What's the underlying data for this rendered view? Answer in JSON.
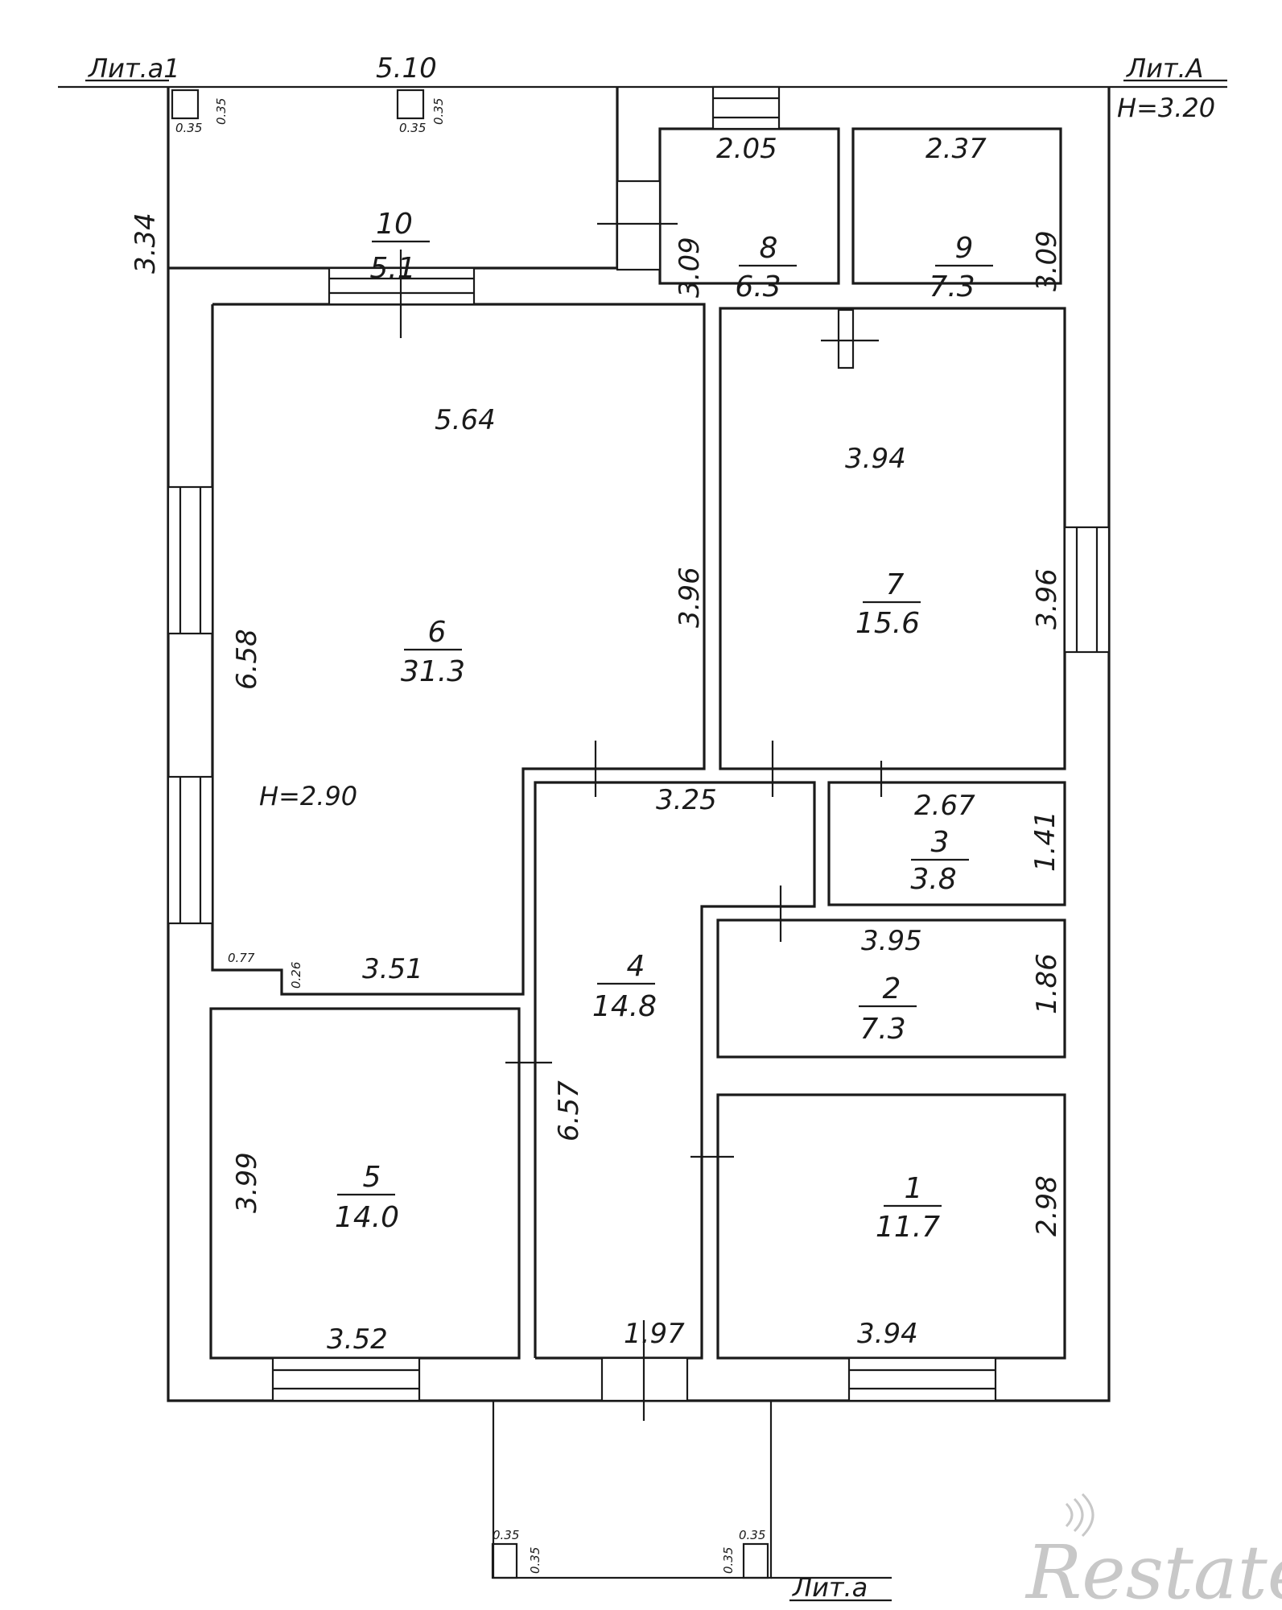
{
  "labels": {
    "lit_a1": "Лит.а1",
    "lit_A": "Лит.А",
    "height_main": "H=3.20",
    "height_room6": "H=2.90",
    "lit_a": "Лит.а"
  },
  "rooms": [
    {
      "num": "1",
      "area": "11.7"
    },
    {
      "num": "2",
      "area": "7.3"
    },
    {
      "num": "3",
      "area": "3.8"
    },
    {
      "num": "4",
      "area": "14.8"
    },
    {
      "num": "5",
      "area": "14.0"
    },
    {
      "num": "6",
      "area": "31.3"
    },
    {
      "num": "7",
      "area": "15.6"
    },
    {
      "num": "8",
      "area": "6.3"
    },
    {
      "num": "9",
      "area": "7.3"
    },
    {
      "num": "10",
      "area": "5.1"
    }
  ],
  "dims": {
    "top_510": "5.10",
    "r10_height": "3.34",
    "r8_width": "2.05",
    "r8_height": "3.09",
    "r9_width": "2.37",
    "r9_height": "3.09",
    "r6_width": "5.64",
    "r6_height": "6.58",
    "r6_right": "3.96",
    "r6_bottom": "3.51",
    "r6_notch_w": "0.77",
    "r6_notch_h": "0.26",
    "r7_width": "3.94",
    "r7_height": "3.96",
    "hall_325": "3.25",
    "r3_width": "2.67",
    "r3_height": "1.41",
    "r2_width": "3.95",
    "r2_height": "1.86",
    "r4_height": "6.57",
    "r4_bottom": "1.97",
    "r5_height": "3.99",
    "r5_width": "3.52",
    "r1_height": "2.98",
    "r1_width": "3.94",
    "col": "0.35"
  },
  "watermark": "Restate",
  "icons": [
    "rotated-phone-watermark-icon"
  ]
}
